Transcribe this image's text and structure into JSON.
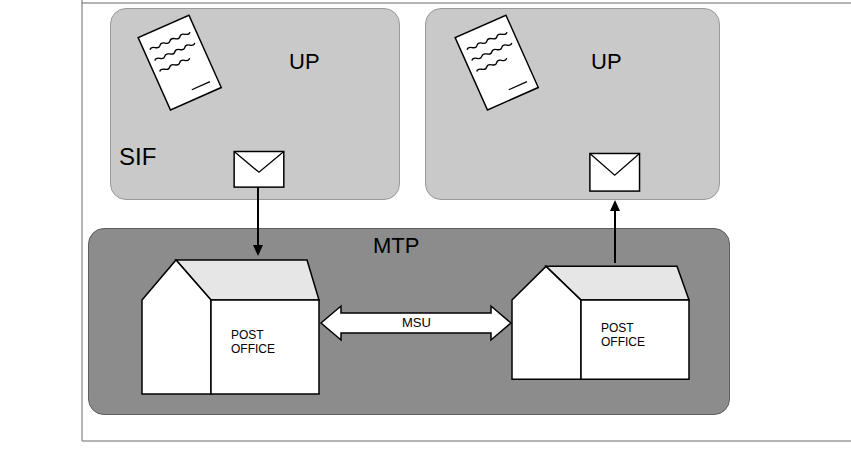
{
  "diagram": {
    "nodes": [
      {
        "text": [
          "UP",
          "SIF"
        ]
      },
      {
        "text": [
          "UP"
        ]
      },
      {
        "text": [
          "MTP"
        ]
      },
      {
        "text": [
          "POST OFFICE"
        ],
        "in": 2
      },
      {
        "text": [
          "POST OFFICE"
        ],
        "in": 2
      }
    ],
    "edges": [
      {
        "from": 0,
        "to": 3,
        "arrow": "to"
      },
      {
        "from": 3,
        "to": 4,
        "label": "MSU",
        "arrow": "both"
      },
      {
        "from": 4,
        "to": 1,
        "arrow": "to"
      }
    ]
  }
}
